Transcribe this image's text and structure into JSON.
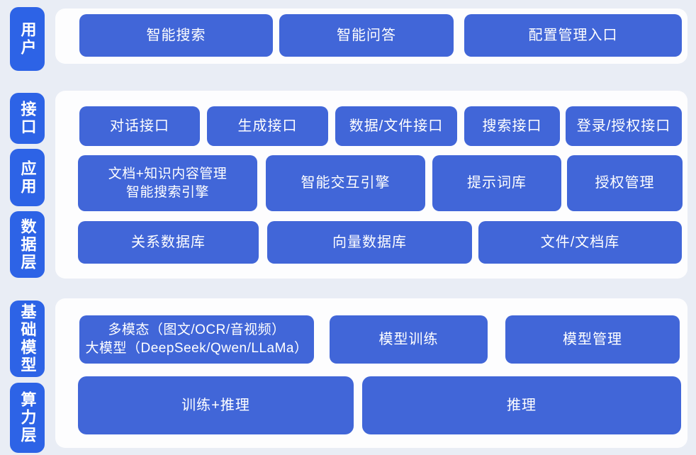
{
  "colors": {
    "layer_tab_blue": "#2d63e6",
    "box_blue": "#4166d8",
    "panel_white": "#fdfdfe",
    "page_background": "#e9edf5",
    "text_white": "#ffffff"
  },
  "user_layer": {
    "tab": "用户",
    "boxes": {
      "smart_search": "智能搜索",
      "smart_qa": "智能问答",
      "config_entry": "配置管理入口"
    }
  },
  "middle_layer": {
    "tabs": {
      "interface": "接口",
      "application": "应用",
      "data": "数据层"
    },
    "interface_row": {
      "chat_api": "对话接口",
      "generate_api": "生成接口",
      "data_file_api": "数据/文件接口",
      "search_api": "搜索接口",
      "login_auth_api": "登录/授权接口"
    },
    "application_row": {
      "doc_knowledge_engine": "文档+知识内容管理\n智能搜索引擎",
      "interactive_engine": "智能交互引擎",
      "prompt_library": "提示词库",
      "auth_management": "授权管理"
    },
    "data_row": {
      "relational_db": "关系数据库",
      "vector_db": "向量数据库",
      "file_doc_store": "文件/文档库"
    }
  },
  "model_layer": {
    "tabs": {
      "base_model": "基础模型",
      "compute": "算力层"
    },
    "model_row": {
      "multimodal_llm": "多模态（图文/OCR/音视频）\n大模型（DeepSeek/Qwen/LLaMa）",
      "model_training": "模型训练",
      "model_management": "模型管理"
    },
    "compute_row": {
      "train_inference": "训练+推理",
      "inference": "推理"
    }
  }
}
